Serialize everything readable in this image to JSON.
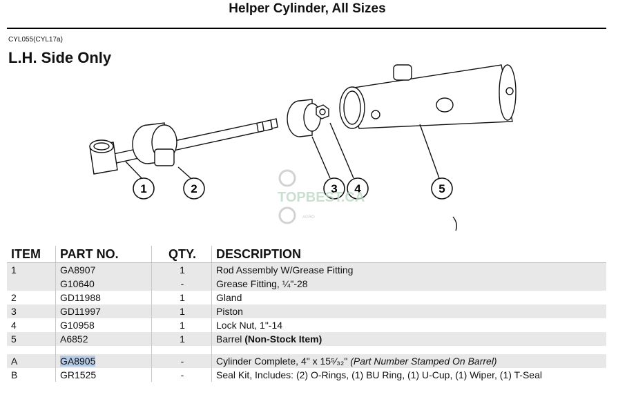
{
  "header": {
    "title": "Helper Cylinder, All Sizes",
    "code": "CYL055(CYL17a)",
    "subtitle": "L.H. Side Only"
  },
  "diagram": {
    "callouts": [
      "1",
      "2",
      "3",
      "4",
      "5"
    ],
    "watermark": "TOPBEST.CA",
    "watermark_sub": "AGRO"
  },
  "table": {
    "headers": {
      "item": "ITEM",
      "part_no": "PART NO.",
      "qty": "QTY.",
      "description": "DESCRIPTION"
    },
    "rows": [
      {
        "item": "1",
        "part_no": "GA8907",
        "qty": "1",
        "description": "Rod Assembly W/Grease Fitting",
        "desc_extra": ""
      },
      {
        "item": "",
        "part_no": "G10640",
        "qty": "-",
        "description": "Grease Fitting, ¼\"-28",
        "desc_extra": ""
      },
      {
        "item": "2",
        "part_no": "GD11988",
        "qty": "1",
        "description": "Gland",
        "desc_extra": ""
      },
      {
        "item": "3",
        "part_no": "GD11997",
        "qty": "1",
        "description": "Piston",
        "desc_extra": ""
      },
      {
        "item": "4",
        "part_no": "G10958",
        "qty": "1",
        "description": "Lock Nut, 1\"-14",
        "desc_extra": ""
      },
      {
        "item": "5",
        "part_no": "A6852",
        "qty": "1",
        "description": "Barrel ",
        "desc_extra": "(Non-Stock Item)"
      },
      {
        "item": "A",
        "part_no": "GA8905",
        "qty": "-",
        "description": "Cylinder Complete, 4\" x 15⁵⁄₃₂\" ",
        "desc_extra": "(Part Number Stamped On Barrel)"
      },
      {
        "item": "B",
        "part_no": "GR1525",
        "qty": "-",
        "description": "Seal Kit, Includes: (2) O-Rings, (1) BU Ring, (1) U-Cup, (1) Wiper, (1) T-Seal",
        "desc_extra": ""
      }
    ]
  }
}
